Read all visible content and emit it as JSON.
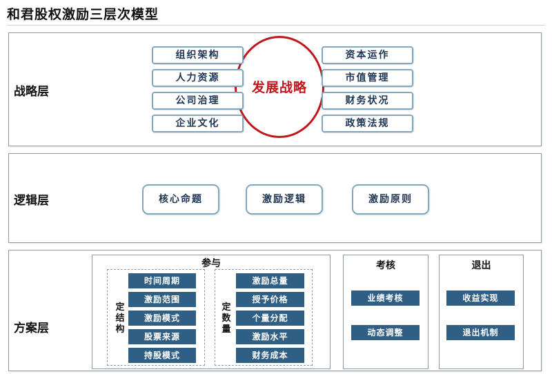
{
  "title": "和君股权激励三层次模型",
  "strategy": {
    "label": "战略层",
    "center": "发展战略",
    "left_items": [
      "组织架构",
      "人力资源",
      "公司治理",
      "企业文化"
    ],
    "right_items": [
      "资本运作",
      "市值管理",
      "财务状况",
      "政策法规"
    ]
  },
  "logic": {
    "label": "逻辑层",
    "items": [
      "核心命题",
      "激励逻辑",
      "激励原则"
    ]
  },
  "plan": {
    "label": "方案层",
    "participate": {
      "title": "参与",
      "structure_label": [
        "定",
        "结",
        "构"
      ],
      "structure_items": [
        "时间周期",
        "激励范围",
        "激励模式",
        "股票来源",
        "持股模式"
      ],
      "quantity_label": [
        "定",
        "数",
        "量"
      ],
      "quantity_items": [
        "激励总量",
        "授予价格",
        "个量分配",
        "激励水平",
        "财务成本"
      ]
    },
    "assess": {
      "title": "考核",
      "items": [
        "业绩考核",
        "动态调整"
      ]
    },
    "exit": {
      "title": "退出",
      "items": [
        "收益实现",
        "退出机制"
      ]
    }
  },
  "colors": {
    "accent_red": "#c0161b",
    "bar_blue": "#2f5f84",
    "border_blue": "#7fa7c0"
  }
}
